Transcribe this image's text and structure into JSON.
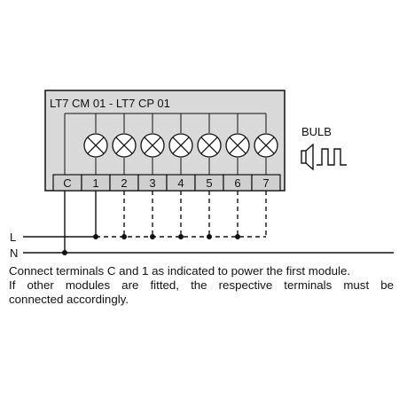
{
  "diagram": {
    "module_label": "LT7 CM 01 - LT7 CP 01",
    "bulb_label": "BULB",
    "icons": {
      "lamp": "lamp-cross-icon",
      "speaker": "speaker-icon",
      "pulse": "square-wave-icon"
    },
    "terminals": [
      "C",
      "1",
      "2",
      "3",
      "4",
      "5",
      "6",
      "7"
    ],
    "lamp_count": 7,
    "line_labels": {
      "live": "L",
      "neutral": "N"
    },
    "colors": {
      "module_fill": "#d9d9d9",
      "terminal_fill": "#cfcfcf",
      "line": "#111111"
    }
  },
  "caption": {
    "line1": "Connect terminals C and 1 as indicated to power the first module.",
    "line2": "If other modules are fitted, the respective terminals must be",
    "line3": "connected accordingly."
  }
}
